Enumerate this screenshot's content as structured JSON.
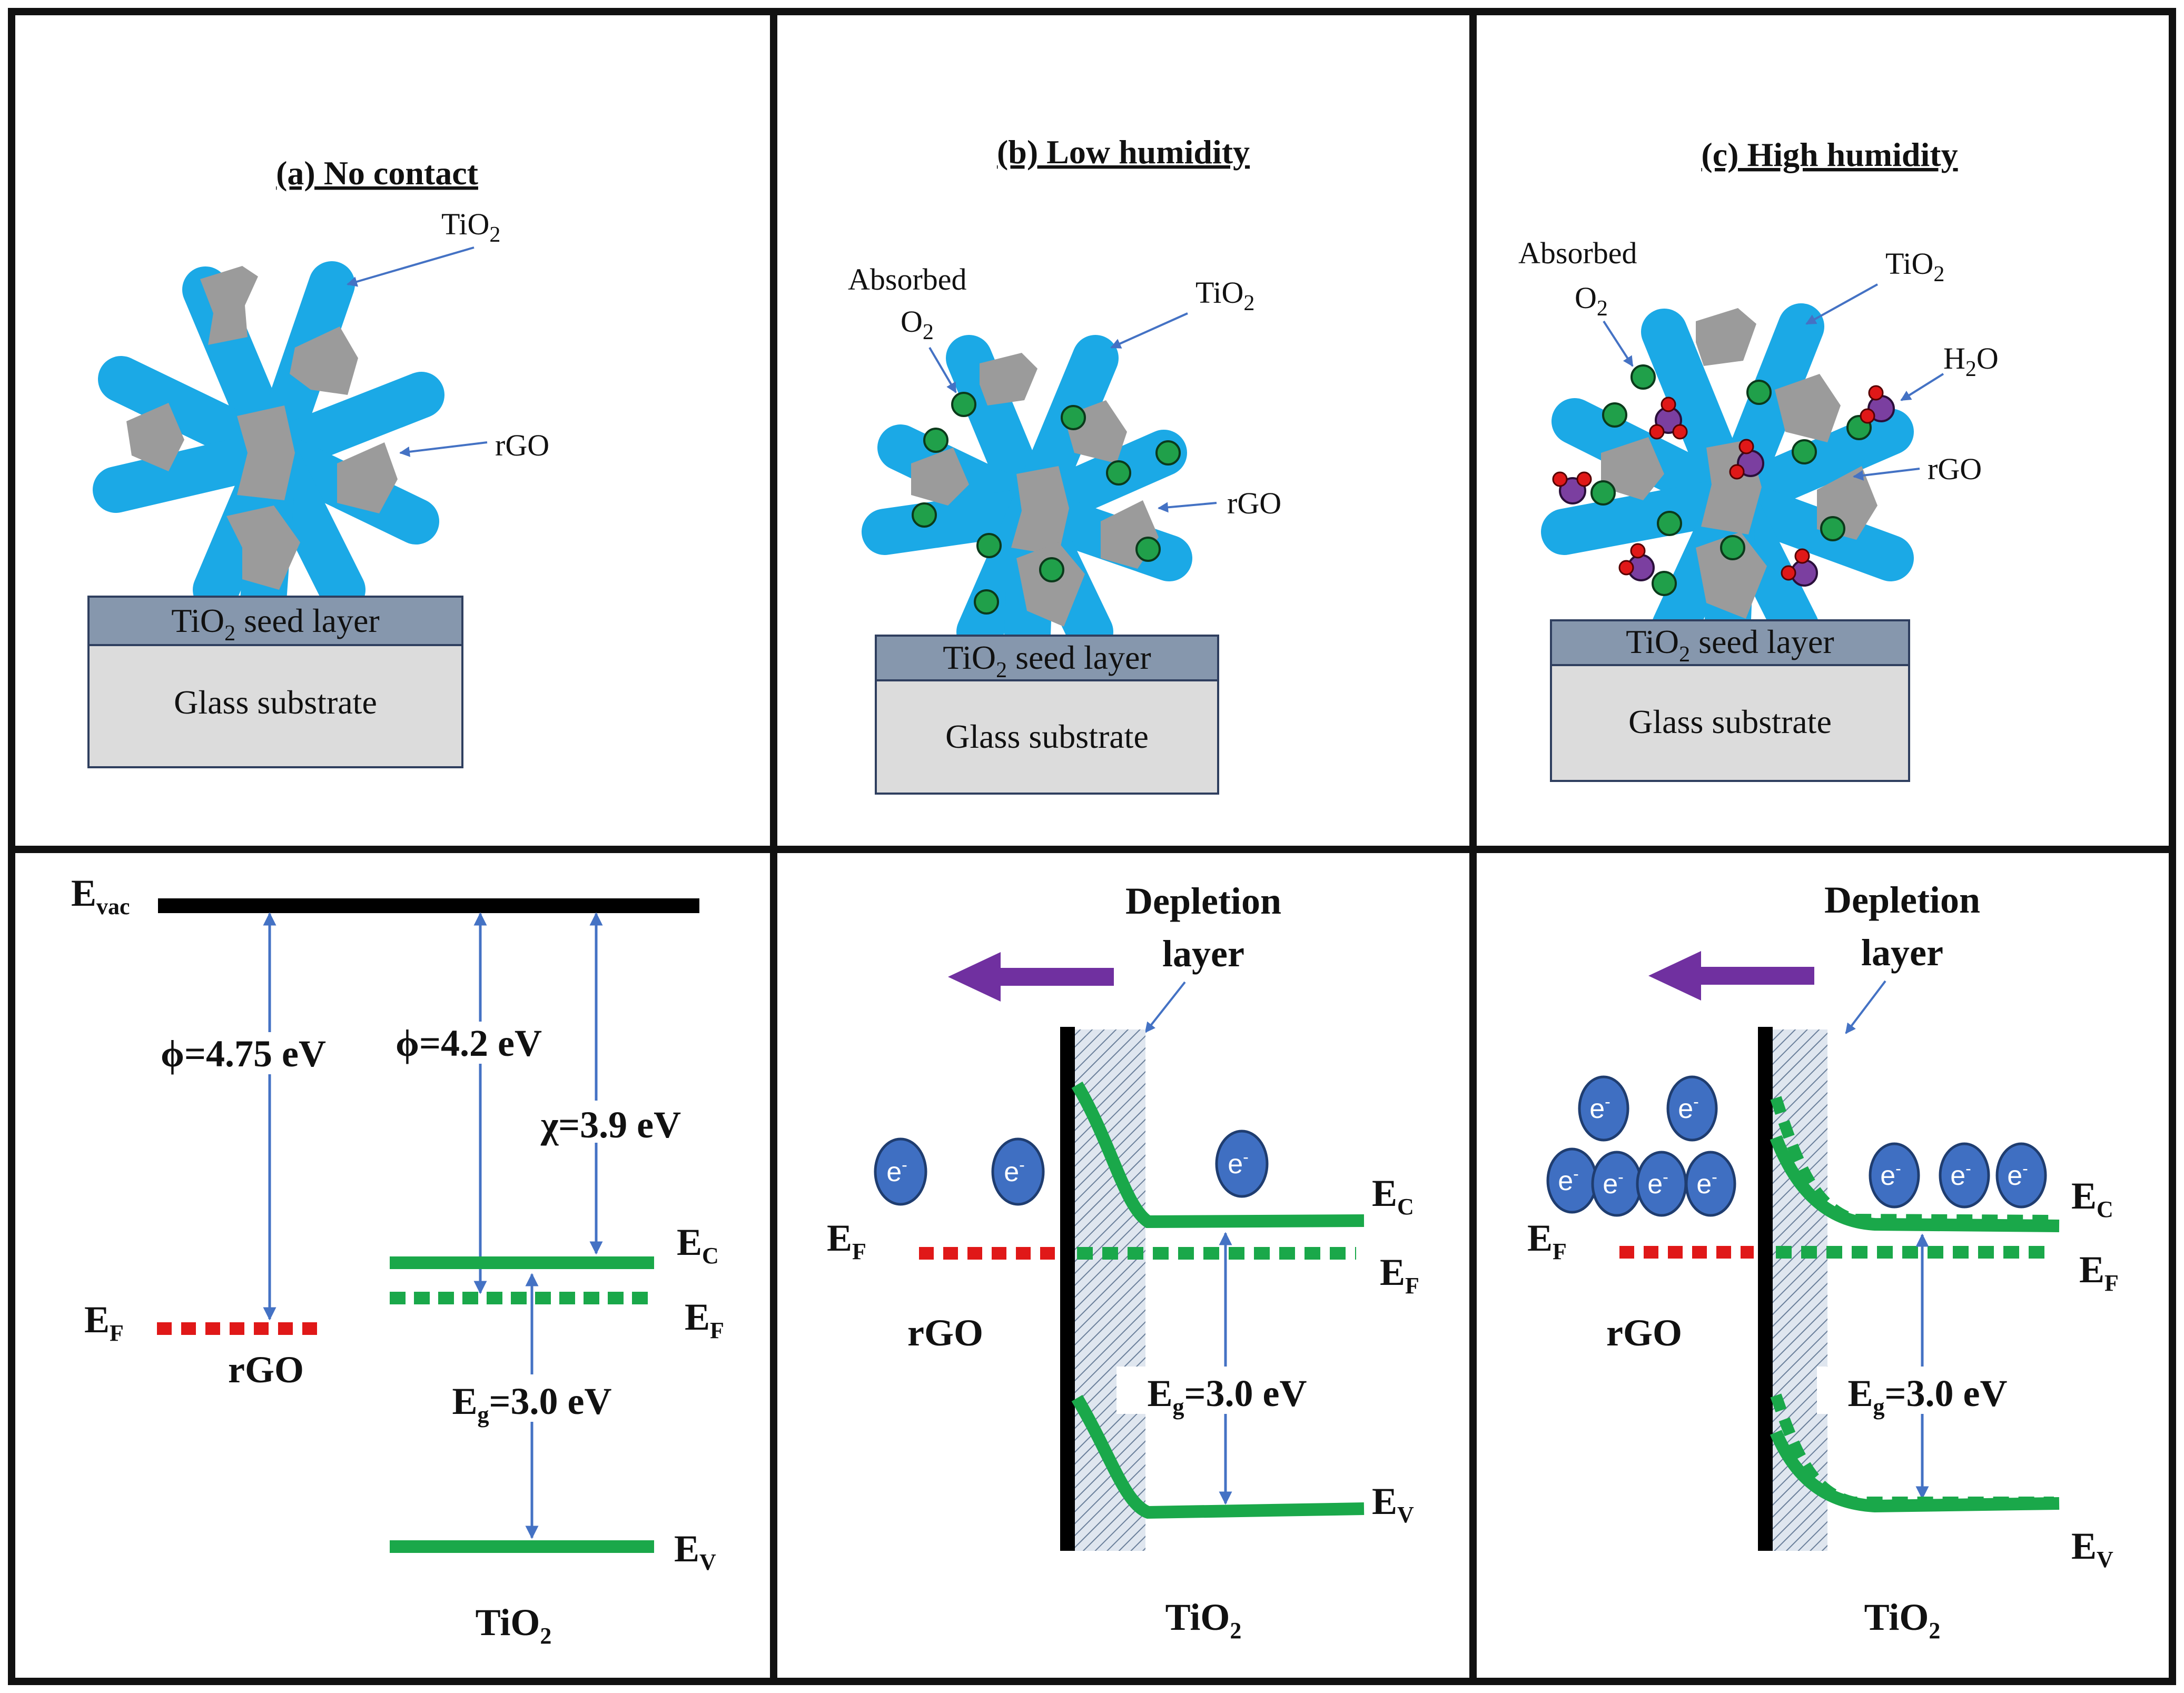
{
  "colors": {
    "tio2": "#1ba9e6",
    "rgo": "#9b9b9b",
    "seed_layer": "#8697ad",
    "glass": "#dcdcdc",
    "o2": "#20a04a",
    "h2o_center": "#7b3fa0",
    "h2o_h": "#e01818",
    "band": "#1aa84a",
    "fermi_rgo": "#e01818",
    "arrow": "#4472c4",
    "flow_arrow": "#7030a0",
    "electron": "#3f6fc2"
  },
  "panel_a": {
    "title": "(a) No contact",
    "tio2_label": "TiO",
    "tio2_sub": "2",
    "rgo_label": "rGO",
    "seed_label": "TiO",
    "seed_sub": "2",
    "seed_rest": " seed layer",
    "glass_label": "Glass substrate"
  },
  "panel_b": {
    "title": "(b) Low humidity",
    "absorbed_label": "Absorbed",
    "o2_label": "O",
    "o2_sub": "2",
    "tio2_label": "TiO",
    "tio2_sub": "2",
    "rgo_label": "rGO",
    "seed_label": "TiO",
    "seed_sub": "2",
    "seed_rest": " seed layer",
    "glass_label": "Glass substrate"
  },
  "panel_c": {
    "title": "(c) High humidity",
    "absorbed_label": "Absorbed",
    "o2_label": "O",
    "o2_sub": "2",
    "tio2_label": "TiO",
    "tio2_sub": "2",
    "h2o_label": "H",
    "h2o_sub": "2",
    "h2o_rest": "O",
    "rgo_label": "rGO",
    "seed_label": "TiO",
    "seed_sub": "2",
    "seed_rest": " seed layer",
    "glass_label": "Glass substrate"
  },
  "band_a": {
    "evac": "E",
    "evac_sub": "vac",
    "phi_rgo": "ϕ=4.75 eV",
    "phi_tio2": "ϕ=4.2 eV",
    "chi": "χ=3.9 eV",
    "ec": "E",
    "ec_sub": "C",
    "ef_right": "E",
    "ef_right_sub": "F",
    "ef_left": "E",
    "ef_left_sub": "F",
    "rgo": "rGO",
    "eg_pre": "E",
    "eg_sub": "g",
    "eg_val": "=3.0 eV",
    "ev": "E",
    "ev_sub": "V",
    "tio2": "TiO",
    "tio2_sub": "2"
  },
  "band_b": {
    "depletion_1": "Depletion",
    "depletion_2": "layer",
    "electron": "e",
    "electron_sup": "-",
    "ec": "E",
    "ec_sub": "C",
    "ef_left": "E",
    "ef_left_sub": "F",
    "ef_right": "E",
    "ef_right_sub": "F",
    "rgo": "rGO",
    "eg_pre": "E",
    "eg_sub": "g",
    "eg_val": "=3.0 eV",
    "ev": "E",
    "ev_sub": "V",
    "tio2": "TiO",
    "tio2_sub": "2"
  },
  "band_c": {
    "depletion_1": "Depletion",
    "depletion_2": "layer",
    "electron": "e",
    "electron_sup": "-",
    "ec": "E",
    "ec_sub": "C",
    "ef_left": "E",
    "ef_left_sub": "F",
    "ef_right": "E",
    "ef_right_sub": "F",
    "rgo": "rGO",
    "eg_pre": "E",
    "eg_sub": "g",
    "eg_val": "=3.0 eV",
    "ev": "E",
    "ev_sub": "V",
    "tio2": "TiO",
    "tio2_sub": "2"
  }
}
